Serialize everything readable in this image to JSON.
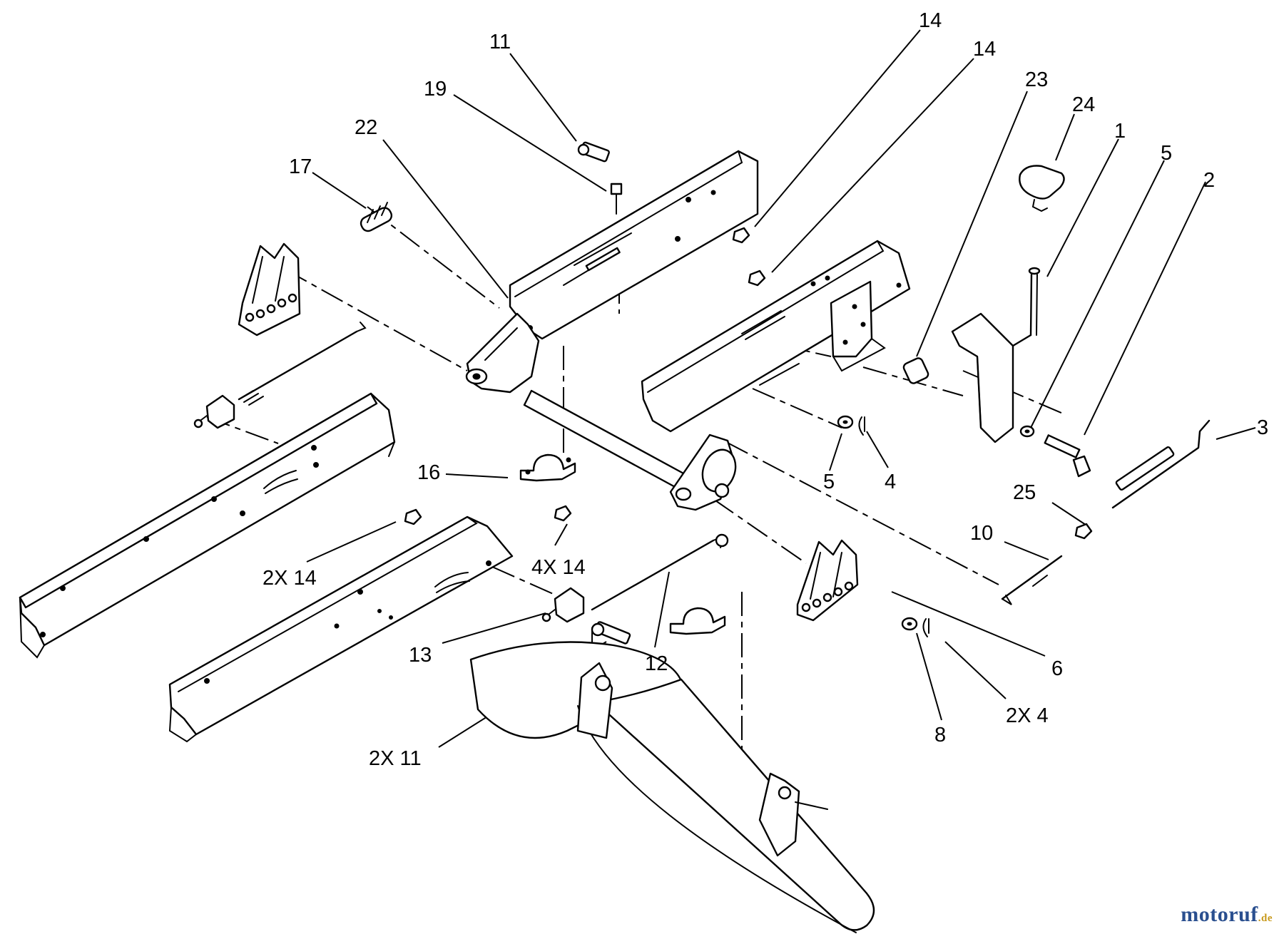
{
  "callouts": [
    "11",
    "19",
    "22",
    "17",
    "14",
    "14",
    "23",
    "24",
    "1",
    "5",
    "2",
    "3",
    "16",
    "4X 14",
    "5",
    "4",
    "25",
    "10",
    "2X 14",
    "12",
    "13",
    "6",
    "8",
    "2X 4",
    "2X 11"
  ],
  "watermark": {
    "brand": "motoruf",
    "suffix": ".de"
  },
  "colors": {
    "line": "#000000",
    "watermark_brand": "#2a4f8f",
    "watermark_suffix": "#c89a1c"
  }
}
